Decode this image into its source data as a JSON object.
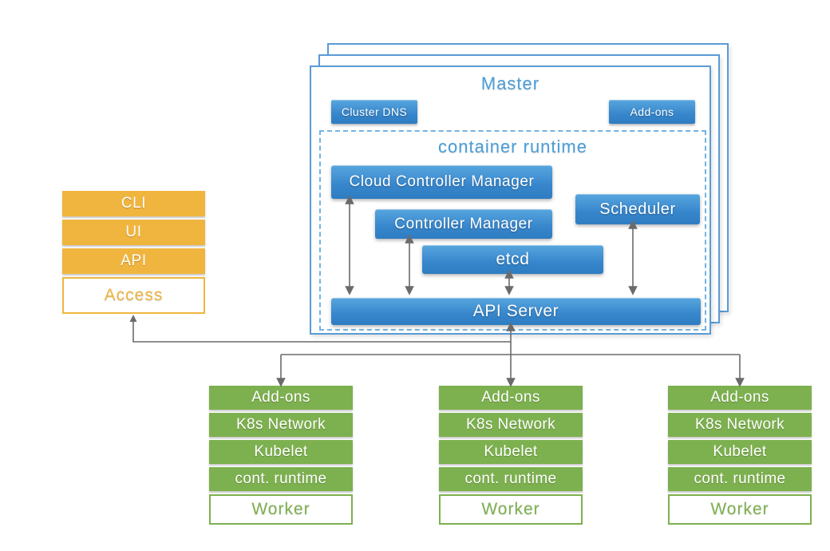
{
  "colors": {
    "blue_gradient_top": "#58a6de",
    "blue_gradient_bottom": "#2e7dc2",
    "blue_border": "#5b9bd5",
    "blue_dashed_border": "#74b2e2",
    "blue_heading_text": "#4a9fd9",
    "orange": "#f0b53f",
    "green": "#7db04f",
    "arrow_gray": "#6b6b6b"
  },
  "master": {
    "title": "Master",
    "cluster_dns_label": "Cluster DNS",
    "addons_label": "Add-ons",
    "container_runtime": {
      "title": "container runtime",
      "cloud_controller_manager": "Cloud Controller Manager",
      "controller_manager": "Controller Manager",
      "scheduler": "Scheduler",
      "etcd": "etcd",
      "api_server": "API Server"
    }
  },
  "access_stack": {
    "items": [
      "CLI",
      "UI",
      "API"
    ],
    "label": "Access"
  },
  "worker_stack": {
    "count": 3,
    "rows": [
      "Add-ons",
      "K8s Network",
      "Kubelet",
      "cont. runtime"
    ],
    "label": "Worker"
  }
}
